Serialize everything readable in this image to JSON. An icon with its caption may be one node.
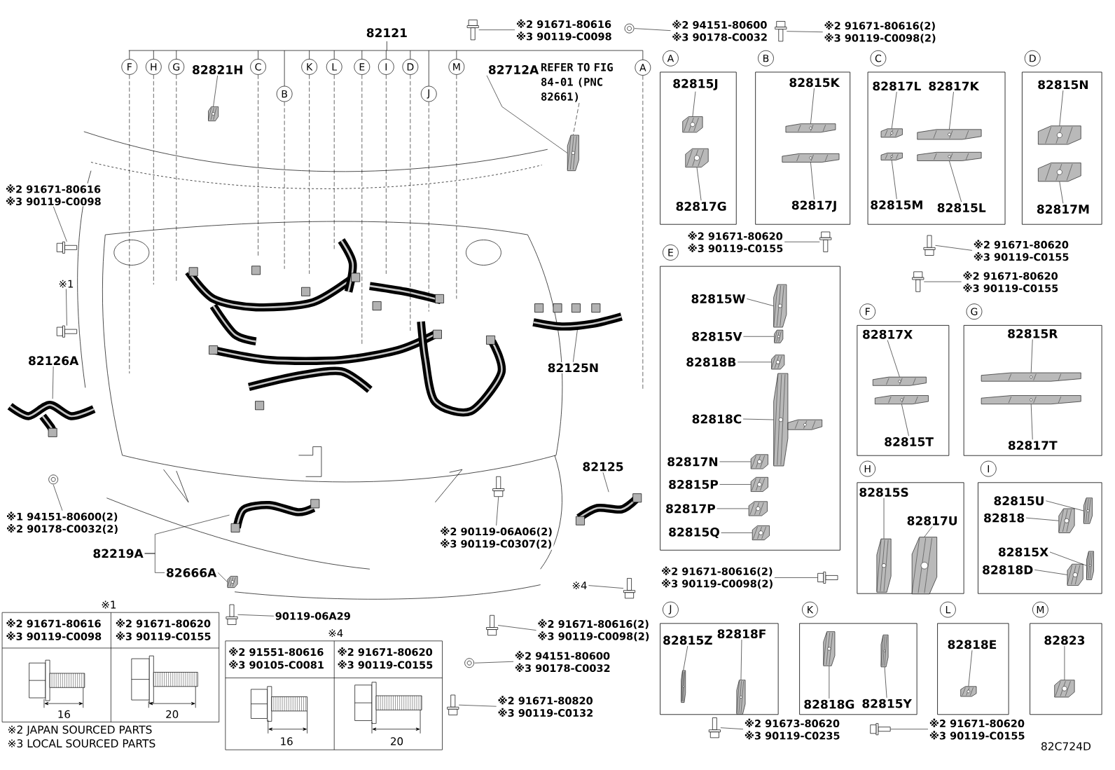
{
  "diagram": {
    "nodes": [
      {
        "text": [
          "82121"
        ]
      },
      {
        "text": [
          "F"
        ]
      },
      {
        "text": [
          "H"
        ]
      },
      {
        "text": [
          "G"
        ]
      },
      {
        "text": [
          "C"
        ]
      },
      {
        "text": [
          "B"
        ]
      },
      {
        "text": [
          "K"
        ]
      },
      {
        "text": [
          "L"
        ]
      },
      {
        "text": [
          "E"
        ]
      },
      {
        "text": [
          "I"
        ]
      },
      {
        "text": [
          "D"
        ]
      },
      {
        "text": [
          "J"
        ]
      },
      {
        "text": [
          "M"
        ]
      },
      {
        "text": [
          "A"
        ]
      },
      {
        "text": [
          "82821H"
        ]
      },
      {
        "text": [
          "82712A"
        ]
      },
      {
        "text": [
          "REFER TO FIG 84-01 (PNC 82661)"
        ]
      },
      {
        "text": [
          "※2 91671-80616",
          "※3 90119-C0098"
        ]
      },
      {
        "text": [
          "※2 94151-80600",
          "※3 90178-C0032"
        ]
      },
      {
        "text": [
          "※2 91671-80616(2)",
          "※3 90119-C0098(2)"
        ]
      },
      {
        "text": [
          "※2 91671-80616",
          "※3 90119-C0098"
        ]
      },
      {
        "text": [
          "※1"
        ]
      },
      {
        "text": [
          "82126A"
        ]
      },
      {
        "text": [
          "※1 94151-80600(2)",
          "※2 90178-C0032(2)"
        ]
      },
      {
        "text": [
          "82219A"
        ]
      },
      {
        "text": [
          "82666A"
        ]
      },
      {
        "text": [
          "90119-06A29"
        ]
      },
      {
        "text": [
          "※2 90119-06A06(2)",
          "※3 90119-C0307(2)"
        ]
      },
      {
        "text": [
          "82125N"
        ]
      },
      {
        "text": [
          "82125"
        ]
      },
      {
        "text": [
          "※4"
        ]
      },
      {
        "text": [
          "※2 91671-80616(2)",
          "※3 90119-C0098(2)"
        ]
      },
      {
        "text": [
          "※2 94151-80600",
          "※3 90178-C0032"
        ]
      },
      {
        "text": [
          "※2 91671-80820",
          "※3 90119-C0132"
        ]
      },
      {
        "text": [
          "A"
        ]
      },
      {
        "text": [
          "82815J"
        ],
        "in": 87
      },
      {
        "text": [
          "82817G"
        ],
        "in": 87
      },
      {
        "text": [
          "B"
        ]
      },
      {
        "text": [
          "82815K"
        ],
        "in": 88
      },
      {
        "text": [
          "82817J"
        ],
        "in": 88
      },
      {
        "text": [
          "C"
        ]
      },
      {
        "text": [
          "82817L"
        ],
        "in": 89
      },
      {
        "text": [
          "82817K"
        ],
        "in": 89
      },
      {
        "text": [
          "82815M"
        ],
        "in": 89
      },
      {
        "text": [
          "82815L"
        ],
        "in": 89
      },
      {
        "text": [
          "D"
        ]
      },
      {
        "text": [
          "82815N"
        ],
        "in": 90
      },
      {
        "text": [
          "82817M"
        ],
        "in": 90
      },
      {
        "text": [
          "※2 91671-80620",
          "※3 90119-C0155"
        ]
      },
      {
        "text": [
          "※2 91671-80620",
          "※3 90119-C0155"
        ]
      },
      {
        "text": [
          "※2 91671-80620",
          "※3 90119-C0155"
        ]
      },
      {
        "text": [
          "E"
        ]
      },
      {
        "text": [
          "82815W"
        ],
        "in": 91
      },
      {
        "text": [
          "82815V"
        ],
        "in": 91
      },
      {
        "text": [
          "82818B"
        ],
        "in": 91
      },
      {
        "text": [
          "82818C"
        ],
        "in": 91
      },
      {
        "text": [
          "82817N"
        ],
        "in": 91
      },
      {
        "text": [
          "82815P"
        ],
        "in": 91
      },
      {
        "text": [
          "82817P"
        ],
        "in": 91
      },
      {
        "text": [
          "82815Q"
        ],
        "in": 91
      },
      {
        "text": [
          "F"
        ]
      },
      {
        "text": [
          "82817X"
        ],
        "in": 92
      },
      {
        "text": [
          "82815T"
        ],
        "in": 92
      },
      {
        "text": [
          "G"
        ]
      },
      {
        "text": [
          "82815R"
        ],
        "in": 93
      },
      {
        "text": [
          "82817T"
        ],
        "in": 93
      },
      {
        "text": [
          "H"
        ]
      },
      {
        "text": [
          "82815S"
        ],
        "in": 94
      },
      {
        "text": [
          "82817U"
        ],
        "in": 94
      },
      {
        "text": [
          "I"
        ]
      },
      {
        "text": [
          "82815U"
        ],
        "in": 95
      },
      {
        "text": [
          "82818"
        ],
        "in": 95
      },
      {
        "text": [
          "82815X"
        ],
        "in": 95
      },
      {
        "text": [
          "82818D"
        ],
        "in": 95
      },
      {
        "text": [
          "※2 91671-80616(2)",
          "※3 90119-C0098(2)"
        ]
      },
      {
        "text": [
          "J"
        ]
      },
      {
        "text": [
          "82815Z"
        ],
        "in": 96
      },
      {
        "text": [
          "82818F"
        ],
        "in": 96
      },
      {
        "text": [
          "K"
        ]
      },
      {
        "text": [
          "82818G"
        ],
        "in": 97
      },
      {
        "text": [
          "82815Y"
        ],
        "in": 97
      },
      {
        "text": [
          "L"
        ]
      },
      {
        "text": [
          "82818E"
        ],
        "in": 98
      },
      {
        "text": [
          "M"
        ]
      },
      {
        "text": [
          "82823"
        ],
        "in": 99
      },
      {
        "text": [
          "※2 91673-80620",
          "※3 90119-C0235"
        ]
      },
      {
        "text": [
          "※2 91671-80620",
          "※3 90119-C0155"
        ]
      },
      {
        "text": [],
        "shape": "box"
      },
      {
        "text": [],
        "shape": "box"
      },
      {
        "text": [],
        "shape": "box"
      },
      {
        "text": [],
        "shape": "box"
      },
      {
        "text": [],
        "shape": "box"
      },
      {
        "text": [],
        "shape": "box"
      },
      {
        "text": [],
        "shape": "box"
      },
      {
        "text": [],
        "shape": "box"
      },
      {
        "text": [],
        "shape": "box"
      },
      {
        "text": [],
        "shape": "box"
      },
      {
        "text": [],
        "shape": "box"
      },
      {
        "text": [],
        "shape": "box"
      },
      {
        "text": [],
        "shape": "box"
      },
      {
        "text": [],
        "shape": "picture",
        "in": 87
      },
      {
        "text": [],
        "shape": "picture",
        "in": 87
      },
      {
        "text": [],
        "shape": "picture",
        "in": 88
      },
      {
        "text": [],
        "shape": "picture",
        "in": 88
      },
      {
        "text": [],
        "shape": "picture",
        "in": 89
      },
      {
        "text": [],
        "shape": "picture",
        "in": 89
      },
      {
        "text": [],
        "shape": "picture",
        "in": 89
      },
      {
        "text": [],
        "shape": "picture",
        "in": 89
      },
      {
        "text": [],
        "shape": "picture",
        "in": 90
      },
      {
        "text": [],
        "shape": "picture",
        "in": 90
      },
      {
        "text": [],
        "shape": "picture",
        "in": 91
      },
      {
        "text": [],
        "shape": "picture",
        "in": 91
      },
      {
        "text": [],
        "shape": "picture",
        "in": 91
      },
      {
        "text": [],
        "shape": "picture",
        "in": 91
      },
      {
        "text": [],
        "shape": "picture",
        "in": 91
      },
      {
        "text": [],
        "shape": "picture",
        "in": 91
      },
      {
        "text": [],
        "shape": "picture",
        "in": 91
      },
      {
        "text": [],
        "shape": "picture",
        "in": 91
      },
      {
        "text": [],
        "shape": "picture",
        "in": 92
      },
      {
        "text": [],
        "shape": "picture",
        "in": 92
      },
      {
        "text": [],
        "shape": "picture",
        "in": 93
      },
      {
        "text": [],
        "shape": "picture",
        "in": 93
      },
      {
        "text": [],
        "shape": "picture",
        "in": 94
      },
      {
        "text": [],
        "shape": "picture",
        "in": 94
      },
      {
        "text": [],
        "shape": "picture",
        "in": 95
      },
      {
        "text": [],
        "shape": "picture",
        "in": 95
      },
      {
        "text": [],
        "shape": "picture",
        "in": 95
      },
      {
        "text": [],
        "shape": "picture",
        "in": 95
      },
      {
        "text": [],
        "shape": "picture",
        "in": 96
      },
      {
        "text": [],
        "shape": "picture",
        "in": 96
      },
      {
        "text": [],
        "shape": "picture",
        "in": 97
      },
      {
        "text": [],
        "shape": "picture",
        "in": 97
      },
      {
        "text": [],
        "shape": "picture",
        "in": 98
      },
      {
        "text": [],
        "shape": "picture",
        "in": 99
      },
      {
        "text": [],
        "shape": "picture"
      },
      {
        "text": [],
        "shape": "picture"
      },
      {
        "text": [],
        "shape": "picture"
      },
      {
        "text": [],
        "shape": "picture"
      },
      {
        "text": [],
        "shape": "picture"
      },
      {
        "text": [],
        "shape": "picture"
      },
      {
        "text": [],
        "shape": "picture"
      },
      {
        "text": [],
        "shape": "picture"
      },
      {
        "text": [],
        "shape": "picture"
      },
      {
        "text": [],
        "shape": "picture"
      },
      {
        "text": [],
        "shape": "picture"
      },
      {
        "text": [],
        "shape": "picture"
      },
      {
        "text": [],
        "shape": "picture"
      },
      {
        "text": [],
        "shape": "picture"
      },
      {
        "text": [],
        "shape": "picture"
      },
      {
        "text": [],
        "shape": "picture"
      },
      {
        "text": [],
        "shape": "picture"
      },
      {
        "text": [],
        "shape": "picture"
      },
      {
        "text": [],
        "shape": "picture"
      },
      {
        "text": [],
        "shape": "picture"
      },
      {
        "text": [],
        "shape": "picture"
      },
      {
        "text": [],
        "shape": "picture"
      },
      {
        "text": [],
        "shape": "picture"
      },
      {
        "text": [],
        "shape": "picture"
      },
      {
        "text": [],
        "shape": "picture"
      }
    ],
    "edges": [
      {
        "from": 1,
        "to": null,
        "arrow": "none",
        "style": "dashed"
      },
      {
        "from": 2,
        "to": null,
        "arrow": "none",
        "style": "dashed"
      },
      {
        "from": 3,
        "to": null,
        "arrow": "none",
        "style": "dashed"
      },
      {
        "from": 4,
        "to": null,
        "arrow": "none",
        "style": "dashed"
      },
      {
        "from": 5,
        "to": null,
        "arrow": "none",
        "style": "dashed"
      },
      {
        "from": 6,
        "to": null,
        "arrow": "none",
        "style": "dashed"
      },
      {
        "from": 7,
        "to": null,
        "arrow": "none",
        "style": "dashed"
      },
      {
        "from": 8,
        "to": null,
        "arrow": "none",
        "style": "dashed"
      },
      {
        "from": 9,
        "to": null,
        "arrow": "none",
        "style": "dashed"
      },
      {
        "from": 10,
        "to": null,
        "arrow": "none",
        "style": "dashed"
      },
      {
        "from": 11,
        "to": null,
        "arrow": "none",
        "style": "dashed"
      },
      {
        "from": 12,
        "to": null,
        "arrow": "none",
        "style": "dashed"
      },
      {
        "from": 13,
        "to": null,
        "arrow": "none",
        "style": "dashed"
      },
      {
        "from": 14,
        "to": 152,
        "arrow": "none"
      },
      {
        "from": 15,
        "to": 153,
        "arrow": "none"
      },
      {
        "from": 16,
        "to": 153,
        "arrow": "none",
        "style": "dashed"
      },
      {
        "from": 17,
        "to": 134,
        "arrow": "none"
      },
      {
        "from": 18,
        "to": 135,
        "arrow": "none"
      },
      {
        "from": 19,
        "to": 136,
        "arrow": "none"
      },
      {
        "from": 20,
        "to": 137,
        "arrow": "none"
      },
      {
        "from": 21,
        "to": 138,
        "arrow": "none"
      },
      {
        "from": 22,
        "to": 154,
        "arrow": "none"
      },
      {
        "from": 23,
        "to": 139,
        "arrow": "none"
      },
      {
        "from": 24,
        "to": 157,
        "arrow": "none"
      },
      {
        "from": 24,
        "to": 25,
        "arrow": "none"
      },
      {
        "from": 25,
        "to": 158,
        "arrow": "none"
      },
      {
        "from": 26,
        "to": 140,
        "arrow": "none"
      },
      {
        "from": 27,
        "to": 141,
        "arrow": "none"
      },
      {
        "from": 28,
        "to": 155,
        "arrow": "none"
      },
      {
        "from": 29,
        "to": 156,
        "arrow": "none"
      },
      {
        "from": 30,
        "to": 142,
        "arrow": "none"
      },
      {
        "from": 31,
        "to": 143,
        "arrow": "none"
      },
      {
        "from": 32,
        "to": 144,
        "arrow": "none"
      },
      {
        "from": 33,
        "to": 145,
        "arrow": "none"
      },
      {
        "from": 35,
        "to": 100,
        "arrow": "none"
      },
      {
        "from": 36,
        "to": 101,
        "arrow": "none"
      },
      {
        "from": 38,
        "to": 102,
        "arrow": "none"
      },
      {
        "from": 39,
        "to": 103,
        "arrow": "none"
      },
      {
        "from": 41,
        "to": 104,
        "arrow": "none"
      },
      {
        "from": 42,
        "to": 105,
        "arrow": "none"
      },
      {
        "from": 43,
        "to": 106,
        "arrow": "none"
      },
      {
        "from": 44,
        "to": 107,
        "arrow": "none"
      },
      {
        "from": 46,
        "to": 108,
        "arrow": "none"
      },
      {
        "from": 47,
        "to": 109,
        "arrow": "none"
      },
      {
        "from": 48,
        "to": 146,
        "arrow": "none"
      },
      {
        "from": 49,
        "to": 147,
        "arrow": "none"
      },
      {
        "from": 50,
        "to": 148,
        "arrow": "none"
      },
      {
        "from": 52,
        "to": 110,
        "arrow": "none"
      },
      {
        "from": 53,
        "to": 111,
        "arrow": "none"
      },
      {
        "from": 54,
        "to": 112,
        "arrow": "none"
      },
      {
        "from": 55,
        "to": 113,
        "arrow": "none"
      },
      {
        "from": 56,
        "to": 114,
        "arrow": "none"
      },
      {
        "from": 57,
        "to": 115,
        "arrow": "none"
      },
      {
        "from": 58,
        "to": 116,
        "arrow": "none"
      },
      {
        "from": 59,
        "to": 117,
        "arrow": "none"
      },
      {
        "from": 61,
        "to": 118,
        "arrow": "none"
      },
      {
        "from": 62,
        "to": 119,
        "arrow": "none"
      },
      {
        "from": 64,
        "to": 120,
        "arrow": "none"
      },
      {
        "from": 65,
        "to": 121,
        "arrow": "none"
      },
      {
        "from": 67,
        "to": 122,
        "arrow": "none"
      },
      {
        "from": 68,
        "to": 123,
        "arrow": "none"
      },
      {
        "from": 70,
        "to": 124,
        "arrow": "none"
      },
      {
        "from": 71,
        "to": 125,
        "arrow": "none"
      },
      {
        "from": 72,
        "to": 126,
        "arrow": "none"
      },
      {
        "from": 73,
        "to": 127,
        "arrow": "none"
      },
      {
        "from": 74,
        "to": 149,
        "arrow": "none"
      },
      {
        "from": 76,
        "to": 128,
        "arrow": "none"
      },
      {
        "from": 77,
        "to": 129,
        "arrow": "none"
      },
      {
        "from": 79,
        "to": 130,
        "arrow": "none"
      },
      {
        "from": 80,
        "to": 131,
        "arrow": "none"
      },
      {
        "from": 82,
        "to": 132,
        "arrow": "none"
      },
      {
        "from": 84,
        "to": 133,
        "arrow": "none"
      },
      {
        "from": 85,
        "to": 150,
        "arrow": "none"
      },
      {
        "from": 86,
        "to": 151,
        "arrow": "none"
      }
    ],
    "labels": [
      "※1",
      "※2 91671-80616",
      "※2 91671-80620",
      "※3 90119-C0098",
      "※3 90119-C0155",
      "16",
      "20",
      "※2 JAPAN SOURCED PARTS",
      "※3 LOCAL SOURCED PARTS",
      "※4",
      "※2 91551-80616",
      "※2 91671-80620",
      "※3 90105-C0081",
      "※3 90119-C0155",
      "16",
      "20",
      "82C724D"
    ]
  }
}
